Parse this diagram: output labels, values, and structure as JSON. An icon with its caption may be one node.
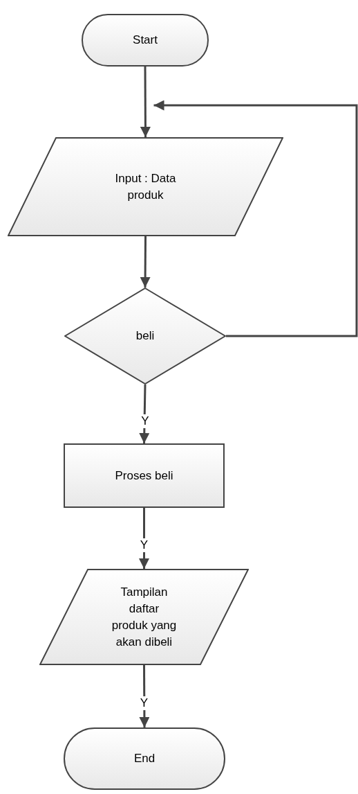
{
  "diagram": {
    "nodes": [
      {
        "text": [
          "Start"
        ]
      },
      {
        "text": [
          "Input : Data produk"
        ]
      },
      {
        "text": [
          "beli"
        ]
      },
      {
        "text": [
          "Proses beli"
        ]
      },
      {
        "text": [
          "Tampilan daftar produk yang akan dibeli"
        ]
      },
      {
        "text": [
          "End"
        ]
      }
    ],
    "edges": [
      {
        "from": 0,
        "to": 1,
        "arrow": "to"
      },
      {
        "from": 1,
        "to": 2,
        "arrow": "to"
      },
      {
        "from": 2,
        "to": 3,
        "arrow": "to",
        "label": "Y"
      },
      {
        "from": 3,
        "to": 4,
        "arrow": "to",
        "label": "Y"
      },
      {
        "from": 4,
        "to": 5,
        "arrow": "to",
        "label": "Y"
      },
      {
        "from": 2,
        "to": 1,
        "arrow": "to"
      }
    ]
  }
}
